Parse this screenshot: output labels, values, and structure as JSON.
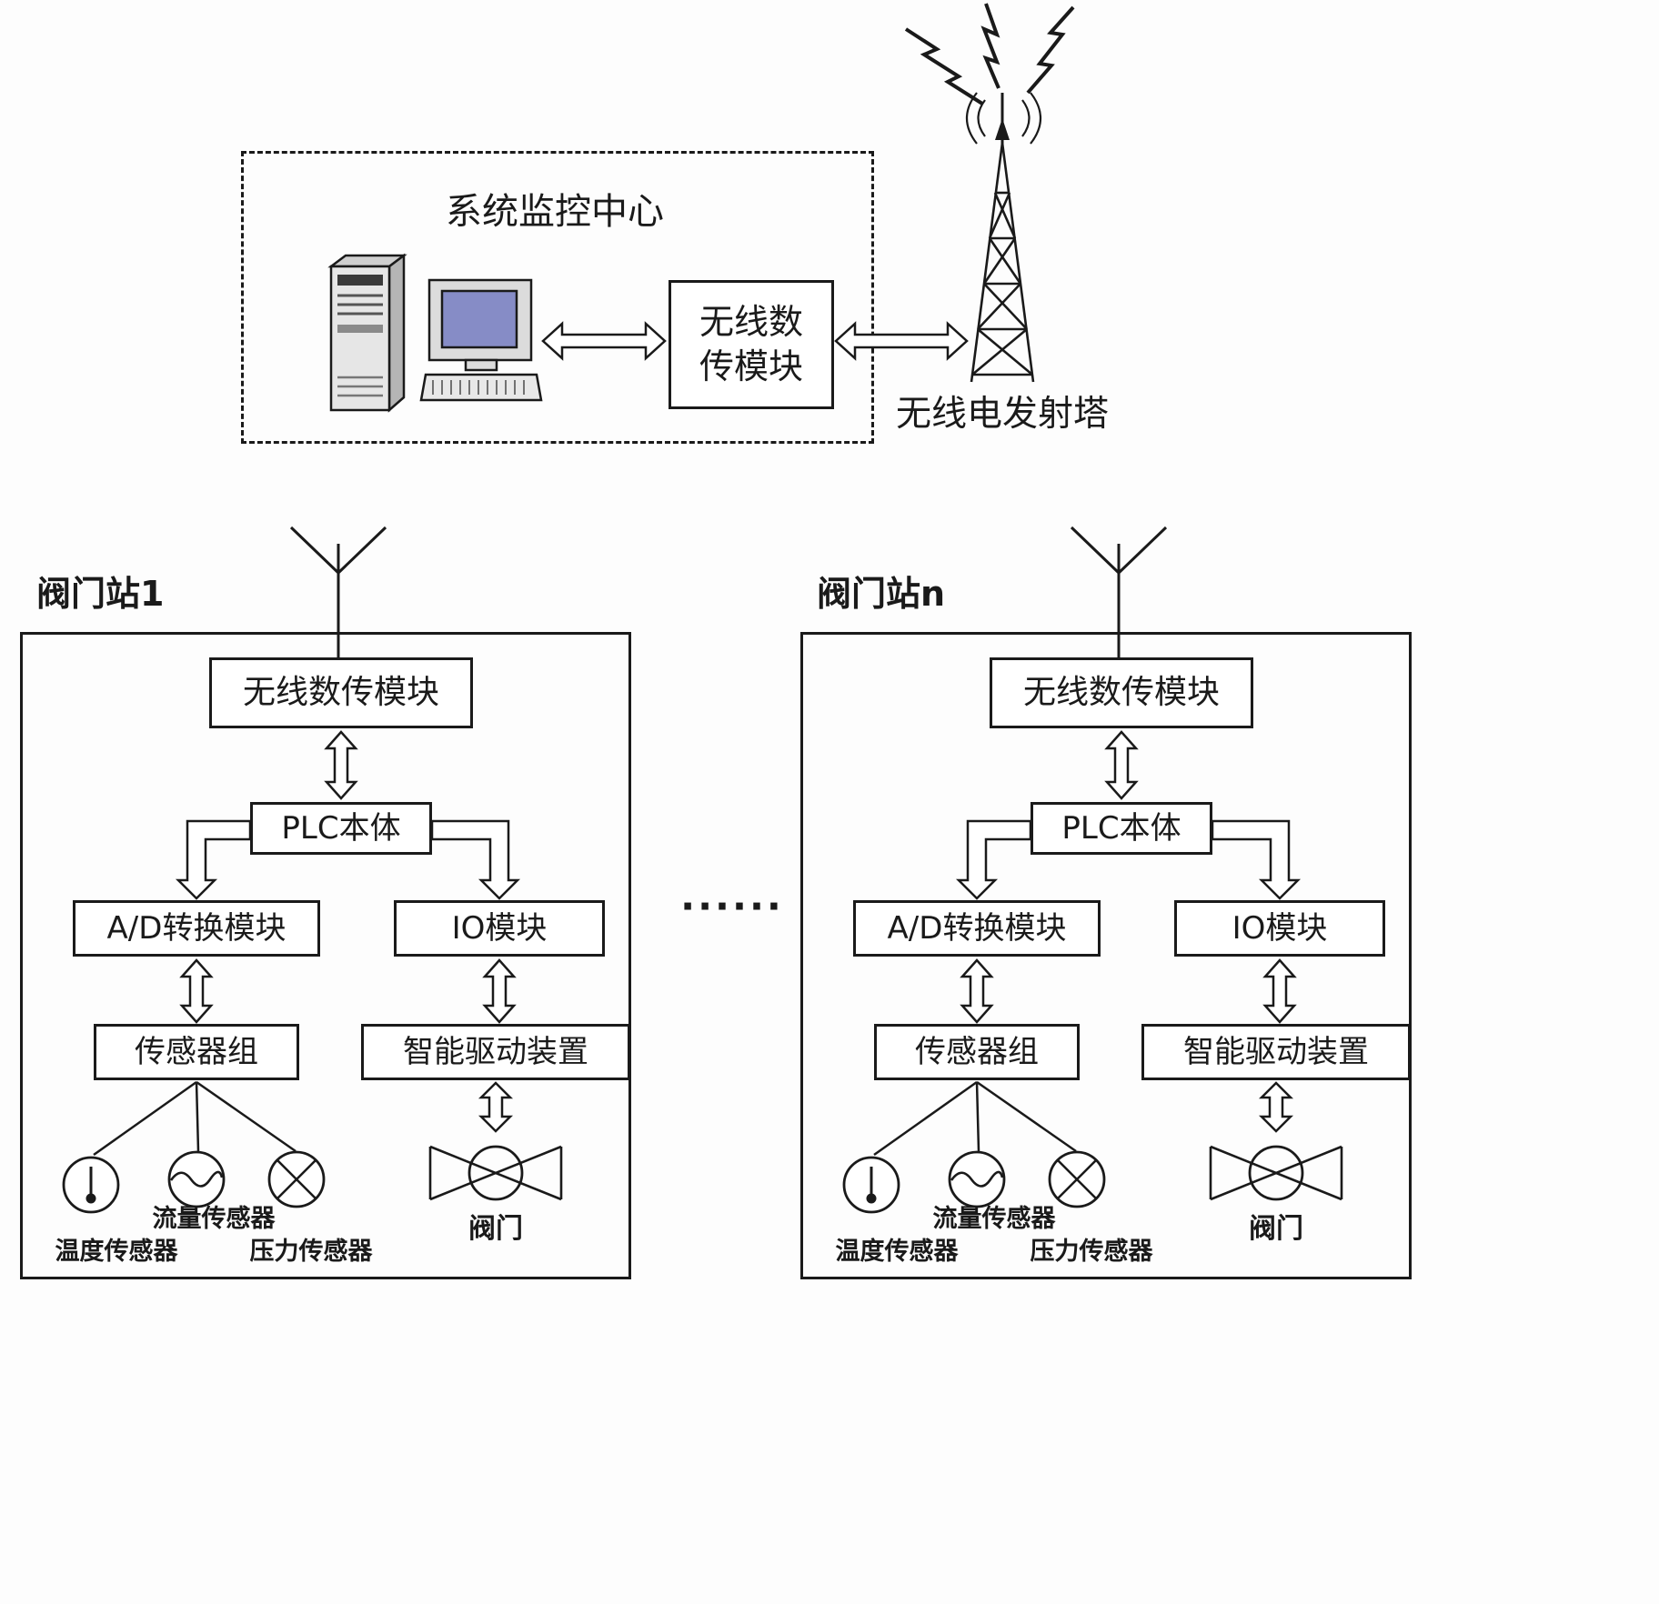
{
  "diagram": {
    "control_center": {
      "title": "系统监控中心",
      "wireless_module": "无线数传模块",
      "tower_label": "无线电发射塔"
    },
    "separator": "······",
    "stations": [
      {
        "title": "阀门站1",
        "wireless_module": "无线数传模块",
        "plc": "PLC本体",
        "ad_module": "A/D转换模块",
        "io_module": "IO模块",
        "sensor_group": "传感器组",
        "drive_unit": "智能驱动装置",
        "flow_sensor": "流量传感器",
        "temp_sensor": "温度传感器",
        "pressure_sensor": "压力传感器",
        "valve": "阀门"
      },
      {
        "title": "阀门站n",
        "wireless_module": "无线数传模块",
        "plc": "PLC本体",
        "ad_module": "A/D转换模块",
        "io_module": "IO模块",
        "sensor_group": "传感器组",
        "drive_unit": "智能驱动装置",
        "flow_sensor": "流量传感器",
        "temp_sensor": "温度传感器",
        "pressure_sensor": "压力传感器",
        "valve": "阀门"
      }
    ]
  }
}
